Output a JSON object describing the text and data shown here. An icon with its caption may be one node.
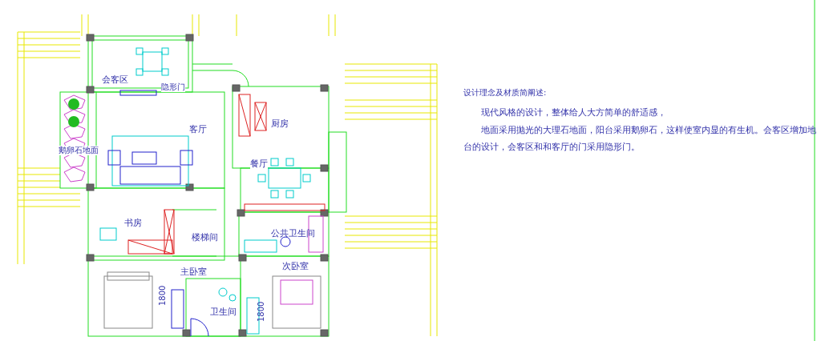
{
  "diagram": {
    "labels": [
      "会客区",
      "隐形门",
      "客厅",
      "鹅卵石地面",
      "厨房",
      "餐厅",
      "书房",
      "楼梯间",
      "公共卫生间",
      "主卧室",
      "次卧室",
      "卫生间",
      "1800",
      "1800",
      "设计理念及材质简阐述:",
      "现代风格的设计，整体给人大方简单的舒适感，",
      "地面采用抛光的大理石地面，阳台采用鹅卵石，这样使室内显的有生机。会客区增加地台的设计，会客区和和客厅的门采用隐形门。"
    ]
  }
}
